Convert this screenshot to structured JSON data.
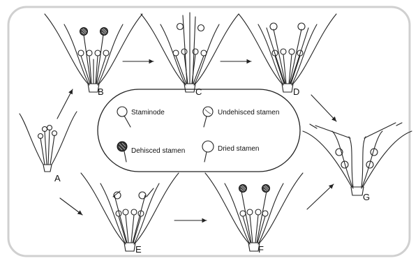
{
  "diagram": {
    "stages": [
      {
        "id": "A",
        "label": "A"
      },
      {
        "id": "B",
        "label": "B"
      },
      {
        "id": "C",
        "label": "C"
      },
      {
        "id": "D",
        "label": "D"
      },
      {
        "id": "E",
        "label": "E"
      },
      {
        "id": "F",
        "label": "F"
      },
      {
        "id": "G",
        "label": "G"
      }
    ],
    "legend": {
      "staminode": "Staminode",
      "undehisced": "Undehisced stamen",
      "dehisced": "Dehisced stamen",
      "dried": "Dried stamen"
    },
    "colors": {
      "line": "#222222",
      "frame_shadow": "#c8c8c8",
      "background": "#ffffff"
    }
  }
}
